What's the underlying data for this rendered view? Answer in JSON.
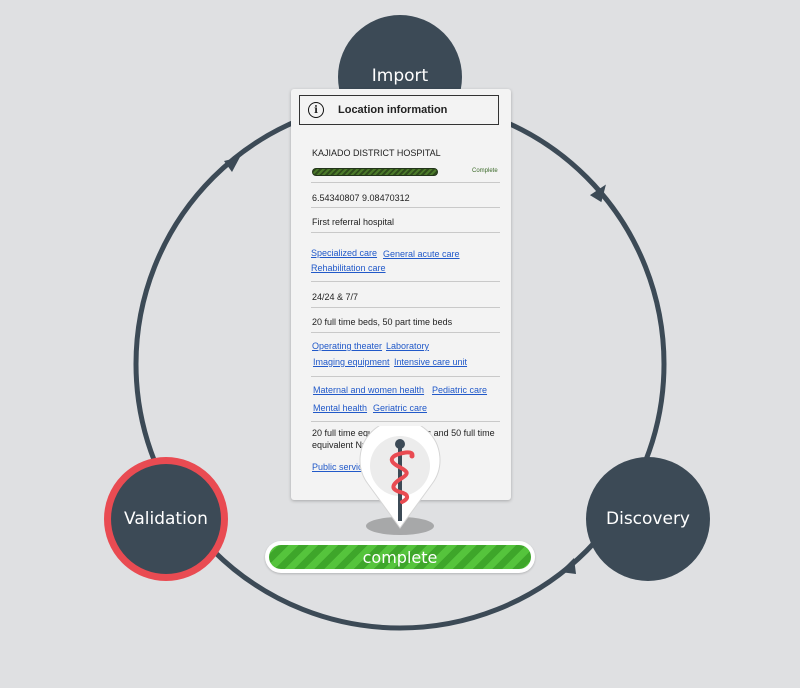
{
  "cycle": {
    "nodes": {
      "import": "Import",
      "discovery": "Discovery",
      "validation": "Validation"
    },
    "colors": {
      "node": "#3c4a56",
      "ring": "#3c4a56",
      "highlight": "#e94b52"
    }
  },
  "card": {
    "title": "Location information",
    "facility_name": "KAJIADO DISTRICT HOSPITAL",
    "progress_label": "Complete",
    "coordinates": "6.54340807 9.08470312",
    "facility_type": "First referral hospital",
    "care_types": [
      "Specialized care",
      "General acute care",
      "Rehabilitation care"
    ],
    "hours": "24/24 & 7/7",
    "beds": "20 full time beds, 50 part time beds",
    "services": [
      "Operating theater",
      "Laboratory",
      "Imaging equipment",
      "Intensive care unit"
    ],
    "specialties": [
      "Maternal and women health",
      "Pediatric care",
      "Mental health",
      "Geriatric care"
    ],
    "staff_line1": "20 full time equivalent doctors and 50 full time",
    "staff_line2": "equivalent Nurses",
    "ownership": "Public service"
  },
  "status": {
    "label": "complete",
    "color": "#46b430"
  },
  "marker": {
    "icon": "caduceus-icon"
  }
}
